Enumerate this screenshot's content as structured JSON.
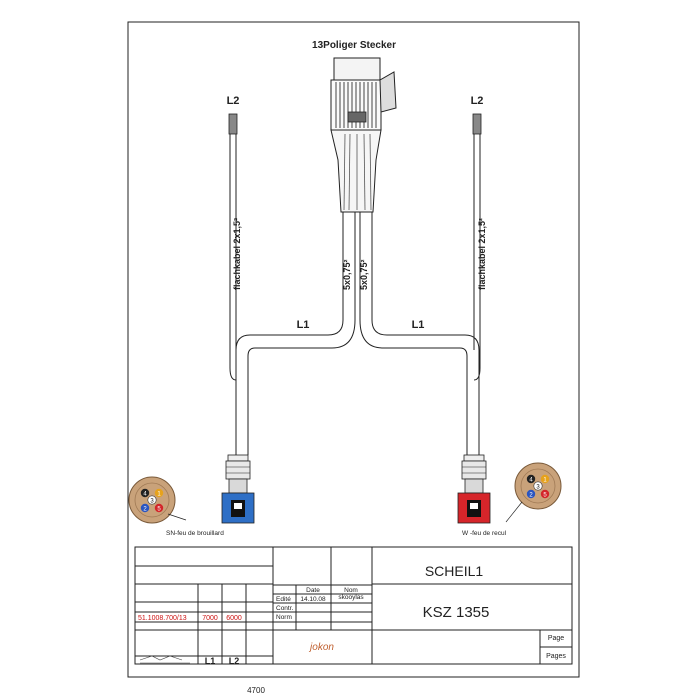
{
  "connector": {
    "title": "13Poliger Stecker"
  },
  "labels": {
    "l2_left": "L2",
    "l2_right": "L2",
    "l1_left": "L1",
    "l1_right": "L1",
    "cable_left": "flachkabel 2x1,5²",
    "cable_right": "flachkabel 2x1,5²",
    "core_a": "5x0,75²",
    "core_b": "5x0,75²"
  },
  "lamps": {
    "left": {
      "caption": "SN-feu de brouillard",
      "housing_color": "#2e6fc6",
      "pins": [
        "4",
        "1",
        "3",
        "2",
        "5"
      ]
    },
    "right": {
      "caption": "W -feu de recul",
      "housing_color": "#d6252a",
      "pins": [
        "4",
        "1",
        "3",
        "2",
        "5"
      ]
    }
  },
  "title_block": {
    "name": "SCHEIL1",
    "number": "KSZ 1355",
    "col_date": "Date",
    "col_nom": "Nom",
    "row_edit": "Edité",
    "row_contr": "Contr.",
    "row_norm": "Norm",
    "edit_date": "14.10.08",
    "edit_name": "skooylas",
    "part_ref": "51.1008.700/13",
    "l1_value": "7000",
    "l2_value": "6000",
    "col_l1": "L1",
    "col_l2": "L2",
    "page_label": "Page",
    "pages_label": "Pages",
    "logo": "jokon"
  },
  "footer": {
    "number": "4700"
  },
  "colors": {
    "line": "#222222",
    "part_ref": "#cc1111",
    "lamp_body": "#c9a27a"
  }
}
